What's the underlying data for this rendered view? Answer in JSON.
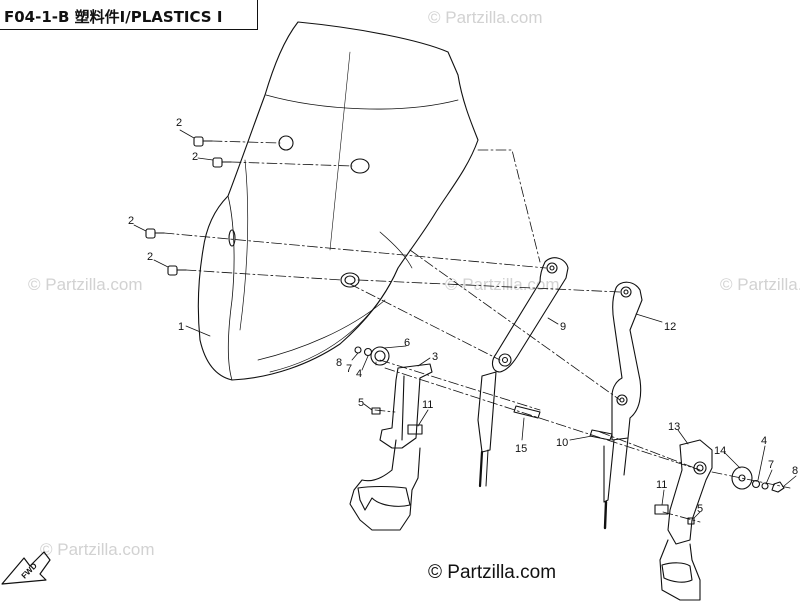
{
  "header": {
    "title": "F04-1-B 塑料件Ⅰ/PLASTICS Ⅰ"
  },
  "watermark": {
    "main": "© Partzilla.com",
    "faint": [
      "© Partzilla.com",
      "© Partzilla.com",
      "© Partzilla.com",
      "© Partzilla.com",
      "© Partzilla.com"
    ]
  },
  "callouts": [
    {
      "id": "c1",
      "label": "1"
    },
    {
      "id": "c2a",
      "label": "2"
    },
    {
      "id": "c2b",
      "label": "2"
    },
    {
      "id": "c2c",
      "label": "2"
    },
    {
      "id": "c2d",
      "label": "2"
    },
    {
      "id": "c3",
      "label": "3"
    },
    {
      "id": "c4a",
      "label": "4"
    },
    {
      "id": "c4b",
      "label": "4"
    },
    {
      "id": "c5a",
      "label": "5"
    },
    {
      "id": "c5b",
      "label": "5"
    },
    {
      "id": "c6",
      "label": "6"
    },
    {
      "id": "c7a",
      "label": "7"
    },
    {
      "id": "c7b",
      "label": "7"
    },
    {
      "id": "c8a",
      "label": "8"
    },
    {
      "id": "c8b",
      "label": "8"
    },
    {
      "id": "c9",
      "label": "9"
    },
    {
      "id": "c10",
      "label": "10"
    },
    {
      "id": "c11a",
      "label": "11"
    },
    {
      "id": "c11b",
      "label": "11"
    },
    {
      "id": "c12",
      "label": "12"
    },
    {
      "id": "c13",
      "label": "13"
    },
    {
      "id": "c14",
      "label": "14"
    },
    {
      "id": "c15",
      "label": "15"
    }
  ],
  "fwd_label": "FWD"
}
